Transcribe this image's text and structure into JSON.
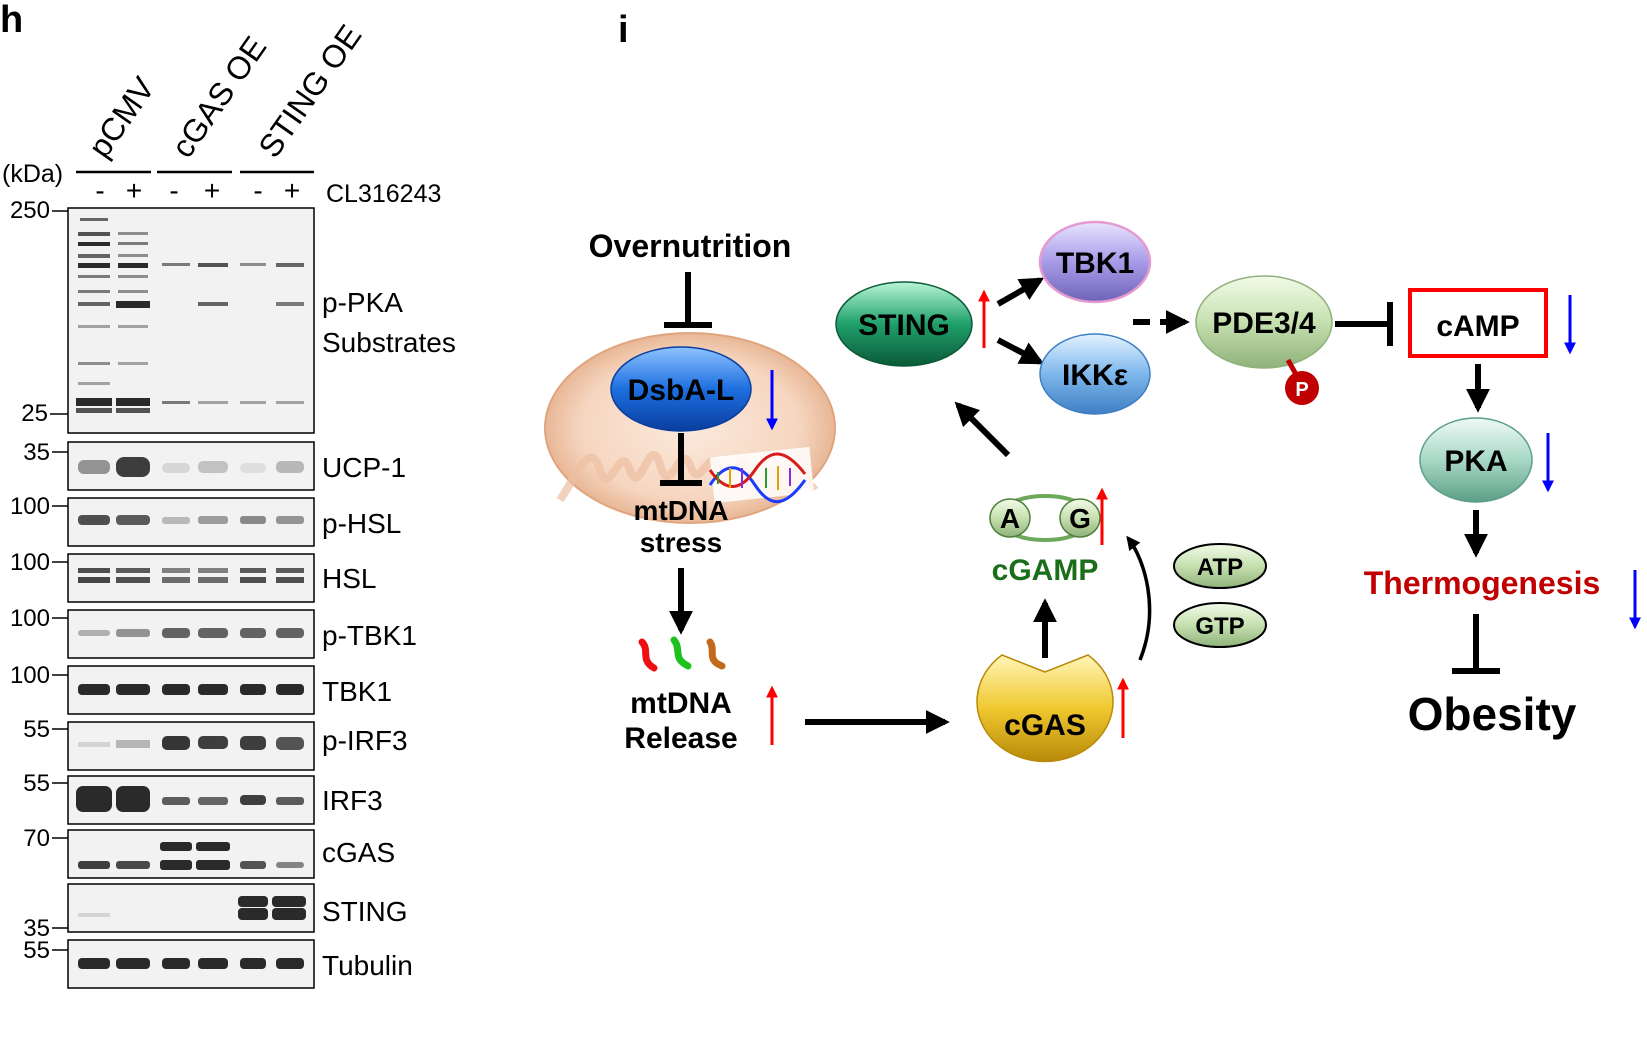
{
  "panel_h": {
    "letter": "h",
    "unit_label": "(kDa)",
    "treatment_label": "CL316243",
    "groups": [
      {
        "label": "pCMV",
        "lanes": [
          "-",
          "+"
        ]
      },
      {
        "label": "cGAS OE",
        "lanes": [
          "-",
          "+"
        ]
      },
      {
        "label": "STING OE",
        "lanes": [
          "-",
          "+"
        ]
      }
    ],
    "blots": [
      {
        "label": "p-PKA",
        "label2": "Substrates",
        "markers": [
          "250",
          "25"
        ]
      },
      {
        "label": "UCP-1",
        "markers": [
          "35"
        ]
      },
      {
        "label": "p-HSL",
        "markers": [
          "100"
        ]
      },
      {
        "label": "HSL",
        "markers": [
          "100"
        ]
      },
      {
        "label": "p-TBK1",
        "markers": [
          "100"
        ]
      },
      {
        "label": "TBK1",
        "markers": [
          "100"
        ]
      },
      {
        "label": "p-IRF3",
        "markers": [
          "55"
        ]
      },
      {
        "label": "IRF3",
        "markers": [
          "55"
        ]
      },
      {
        "label": "cGAS",
        "markers": [
          "70"
        ]
      },
      {
        "label": "STING",
        "markers": [
          "35"
        ]
      },
      {
        "label": "Tubulin",
        "markers": [
          "55"
        ]
      }
    ]
  },
  "panel_i": {
    "letter": "i",
    "overnutrition": "Overnutrition",
    "dsbal": "DsbA-L",
    "mtdna_stress_1": "mtDNA",
    "mtdna_stress_2": "stress",
    "mtdna_release_1": "mtDNA",
    "mtdna_release_2": "Release",
    "cgas": "cGAS",
    "cgamp": "cGAMP",
    "cgamp_a": "A",
    "cgamp_g": "G",
    "atp": "ATP",
    "gtp": "GTP",
    "sting": "STING",
    "tbk1": "TBK1",
    "ikke": "IKKε",
    "pde": "PDE3/4",
    "phospho": "P",
    "camp": "cAMP",
    "pka": "PKA",
    "thermogenesis": "Thermogenesis",
    "obesity": "Obesity",
    "colors": {
      "up_arrow": "#ff0000",
      "down_arrow": "#0000ff",
      "thermogenesis": "#c00000",
      "cgamp": "#1a6e1a"
    }
  }
}
